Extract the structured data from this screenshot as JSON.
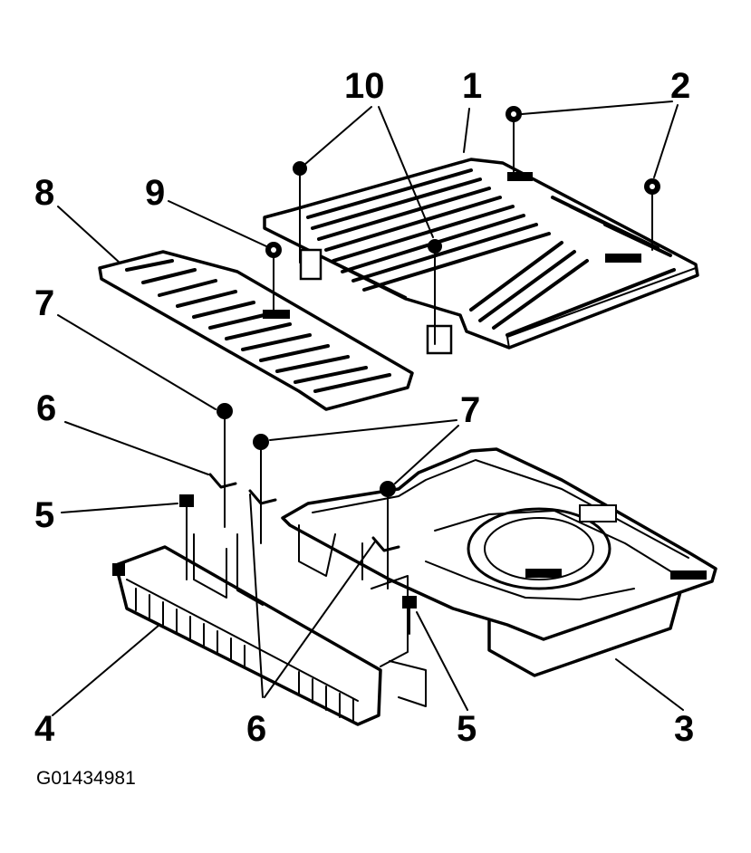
{
  "callouts": {
    "c10": "10",
    "c1": "1",
    "c2": "2",
    "c8": "8",
    "c9": "9",
    "c7_left": "7",
    "c7_right": "7",
    "c6_left": "6",
    "c5_left": "5",
    "c4": "4",
    "c6_bottom": "6",
    "c5_bottom": "5",
    "c3": "3"
  },
  "figure_id": "G01434981"
}
